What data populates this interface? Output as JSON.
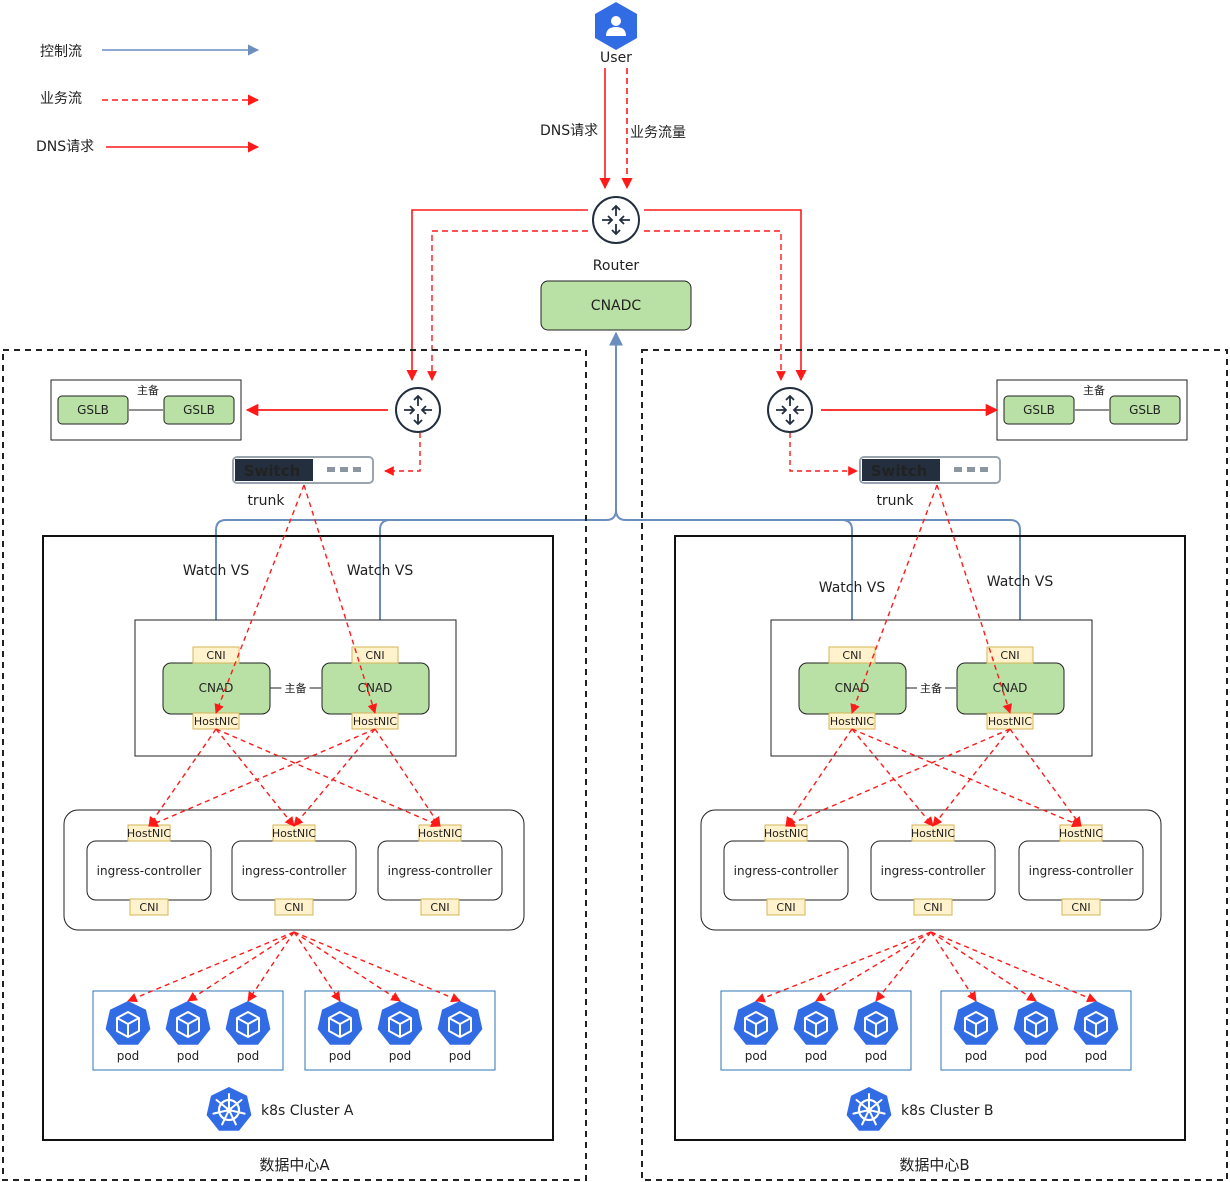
{
  "legend": {
    "control": "控制流",
    "business": "业务流",
    "dns": "DNS请求"
  },
  "user": {
    "label": "User"
  },
  "top_labels": {
    "dns_request": "DNS请求",
    "business_traffic": "业务流量"
  },
  "router": {
    "label": "Router"
  },
  "cnadc": {
    "label": "CNADC"
  },
  "dc_a": {
    "title": "数据中心A",
    "gslb": {
      "left": "GSLB",
      "right": "GSLB",
      "mode": "主备"
    },
    "switch": {
      "label": "Switch"
    },
    "trunk": "trunk",
    "watch_left": "Watch VS",
    "watch_right": "Watch VS",
    "cnad": {
      "left": "CNAD",
      "right": "CNAD",
      "mode": "主备",
      "cni": "CNI",
      "hostnic": "HostNIC"
    },
    "ingress": {
      "label": "ingress-controller",
      "hostnic": "HostNIC",
      "cni": "CNI"
    },
    "pod": "pod",
    "cluster": "k8s Cluster A"
  },
  "dc_b": {
    "title": "数据中心B",
    "gslb": {
      "left": "GSLB",
      "right": "GSLB",
      "mode": "主备"
    },
    "switch": {
      "label": "Switch"
    },
    "trunk": "trunk",
    "watch_left": "Watch VS",
    "watch_right": "Watch VS",
    "cnad": {
      "left": "CNAD",
      "right": "CNAD",
      "mode": "主备",
      "cni": "CNI",
      "hostnic": "HostNIC"
    },
    "ingress": {
      "label": "ingress-controller",
      "hostnic": "HostNIC",
      "cni": "CNI"
    },
    "pod": "pod",
    "cluster": "k8s Cluster B"
  },
  "colors": {
    "control": "#6c8ebf",
    "red": "#ff1a1a",
    "green_fill": "#b9e0a5",
    "tag_fill": "#fff2cc",
    "tag_stroke": "#d6b656",
    "k8s_blue": "#326ce5",
    "pod_box": "#2e75b6"
  }
}
